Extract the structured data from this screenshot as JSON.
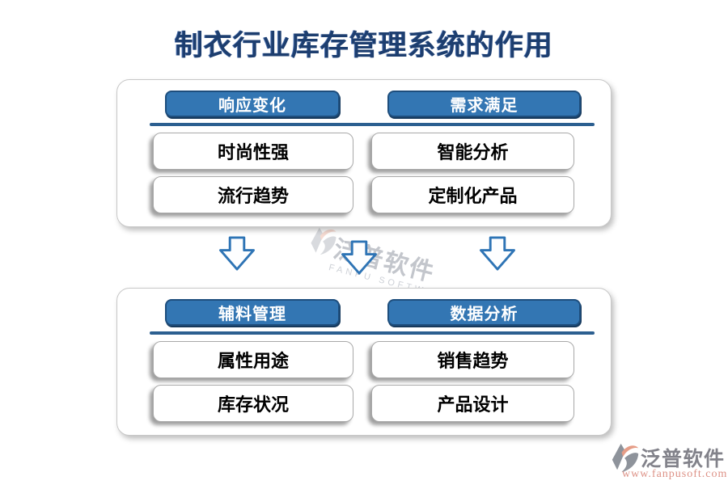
{
  "title": "制衣行业库存管理系统的作用",
  "panels": [
    {
      "columns": [
        {
          "header": "响应变化",
          "items": [
            "时尚性强",
            "流行趋势"
          ]
        },
        {
          "header": "需求满足",
          "items": [
            "智能分析",
            "定制化产品"
          ]
        }
      ]
    },
    {
      "columns": [
        {
          "header": "辅料管理",
          "items": [
            "属性用途",
            "库存状况"
          ]
        },
        {
          "header": "数据分析",
          "items": [
            "销售趋势",
            "产品设计"
          ]
        }
      ]
    }
  ],
  "watermark": {
    "brand": "泛普软件",
    "subtitle": "FANPU SOFTWARE"
  },
  "footer": {
    "brand": "泛普软件",
    "url": "www.fanpusoft.com"
  },
  "icons": [
    "down-arrow-icon",
    "fanpu-logo-icon"
  ],
  "colors": {
    "header_blue": "#3376b3",
    "header_border_navy": "#1e4e7d",
    "divider_blue": "#2c5f90",
    "arrow_blue": "#2e74b5",
    "title_navy": "#1d3e6f",
    "footer_grey": "#82828a",
    "footer_salmon": "#dd9186",
    "logo_grey": "#8e939b",
    "logo_salmon": "#e69d87"
  }
}
